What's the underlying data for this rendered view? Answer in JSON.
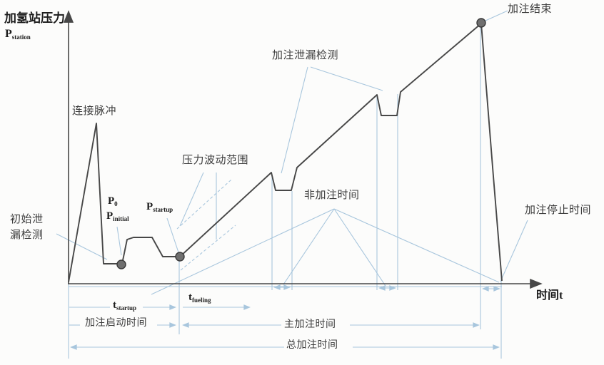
{
  "diagram": {
    "y_axis_title": "加氢站压力",
    "y_axis_symbol": {
      "base": "P",
      "sub": "station"
    },
    "x_axis_label": "时间t",
    "annotations": {
      "connection_pulse": "连接脉冲",
      "initial_leak_l1": "初始泄",
      "initial_leak_l2": "漏检测",
      "p0": {
        "base": "P",
        "sub": "0"
      },
      "p_initial": {
        "base": "P",
        "sub": "initial"
      },
      "p_startup": {
        "base": "P",
        "sub": "startup"
      },
      "fluctuation": "压力波动范围",
      "fueling_leak": "加注泄漏检测",
      "non_fueling": "非加注时间",
      "fueling_end": "加注结束",
      "stop_time": "加注停止时间",
      "t_startup": {
        "base": "t",
        "sub": "startup"
      },
      "t_fueling": {
        "base": "t",
        "sub": "fueling"
      },
      "startup_time": "加注启动时间",
      "main_time": "主加注时间",
      "total_time": "总加注时间"
    },
    "colors": {
      "curve": "#474747",
      "construction": "#a8c6dd",
      "text": "#3d3d3d",
      "dot_fill": "#6f6f6f",
      "dot_stroke": "#383838"
    }
  }
}
